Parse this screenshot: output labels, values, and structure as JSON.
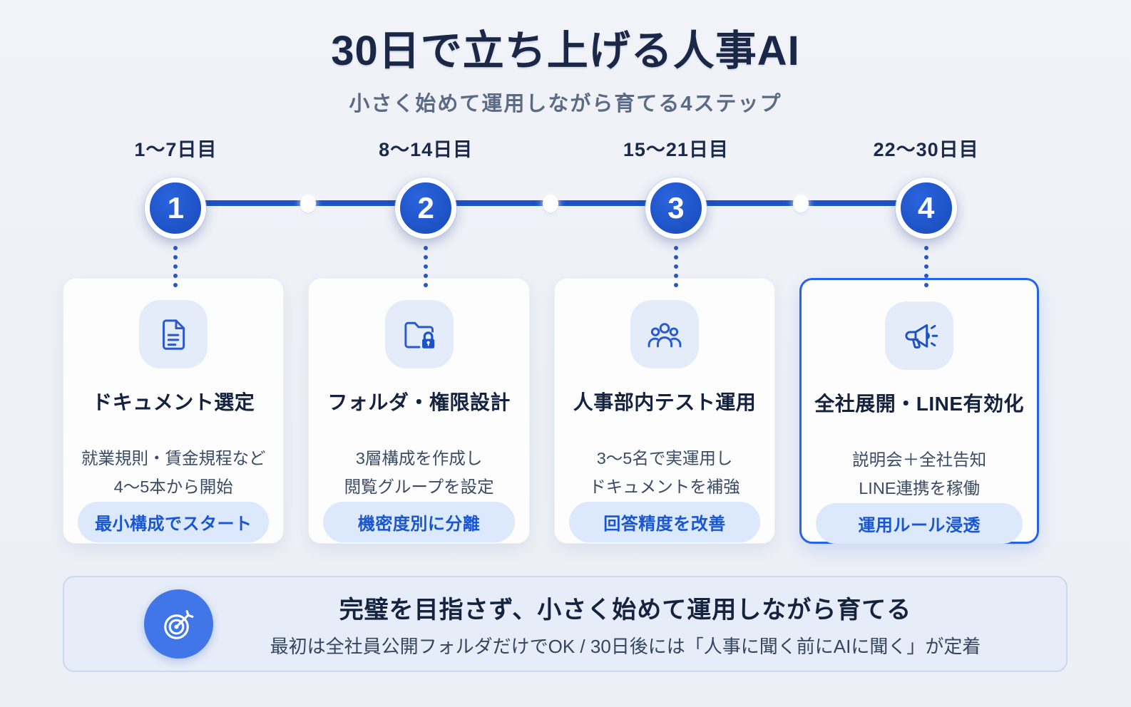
{
  "header": {
    "title": "30日で立ち上げる人事AI",
    "subtitle": "小さく始めて運用しながら育てる4ステップ"
  },
  "timeline": {
    "steps": [
      {
        "number": "1",
        "period": "1〜7日目"
      },
      {
        "number": "2",
        "period": "8〜14日目"
      },
      {
        "number": "3",
        "period": "15〜21日目"
      },
      {
        "number": "4",
        "period": "22〜30日目"
      }
    ]
  },
  "cards": [
    {
      "icon": "document-icon",
      "title": "ドキュメント選定",
      "line1": "就業規則・賃金規程など",
      "line2": "4〜5本から開始",
      "badge": "最小構成でスタート",
      "highlighted": false
    },
    {
      "icon": "folder-lock-icon",
      "title": "フォルダ・権限設計",
      "line1": "3層構成を作成し",
      "line2": "閲覧グループを設定",
      "badge": "機密度別に分離",
      "highlighted": false
    },
    {
      "icon": "people-icon",
      "title": "人事部内テスト運用",
      "line1": "3〜5名で実運用し",
      "line2": "ドキュメントを補強",
      "badge": "回答精度を改善",
      "highlighted": false
    },
    {
      "icon": "megaphone-icon",
      "title": "全社展開・LINE有効化",
      "line1": "説明会＋全社告知",
      "line2": "LINE連携を稼働",
      "badge": "運用ルール浸透",
      "highlighted": true
    }
  ],
  "banner": {
    "icon": "target-icon",
    "title": "完璧を目指さず、小さく始めて運用しながら育てる",
    "subtitle": "最初は全社員公開フォルダだけでOK / 30日後には「人事に聞く前にAIに聞く」が定着"
  },
  "colors": {
    "primary_blue": "#1d52c4",
    "accent_blue": "#1856d4",
    "highlight_border": "#2563eb",
    "dark_navy": "#1b2747",
    "body_text": "#3b4b66",
    "badge_bg": "#dce8fb",
    "icon_bg": "#e4ecfa",
    "banner_bg": "#e7edf8",
    "banner_icon_bg": "#4076e8",
    "page_bg": "#eef1f7",
    "card_bg": "#fdfdfe"
  }
}
